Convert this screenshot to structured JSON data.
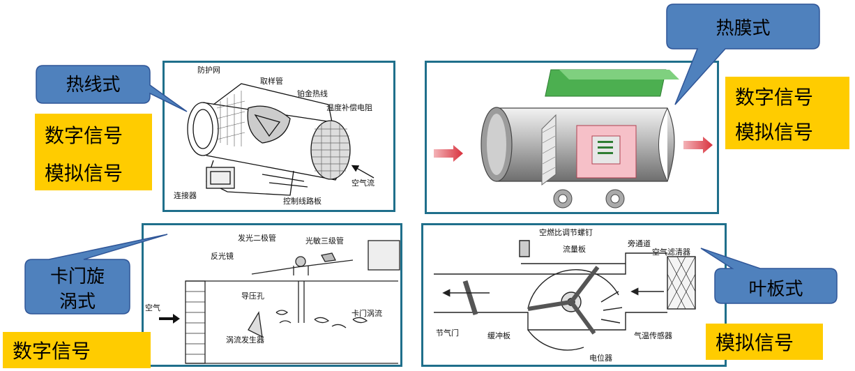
{
  "panels": {
    "hot_wire": {
      "callout": "热线式",
      "badge_lines": [
        "数字信号",
        "模拟信号"
      ],
      "labels": {
        "guard_net": "防护网",
        "sampling_tube": "取样管",
        "platinum_wire": "铂金热线",
        "temp_comp_resistor": "温度补偿电阻",
        "air_flow": "空气流",
        "connector": "连接器",
        "control_board": "控制线路板"
      }
    },
    "hot_film": {
      "callout": "热膜式",
      "badge_lines": [
        "数字信号",
        "模拟信号"
      ]
    },
    "karman": {
      "callout_lines": [
        "卡门旋",
        "涡式"
      ],
      "badge_lines": [
        "数字信号"
      ],
      "labels": {
        "led": "发光二极管",
        "phototransistor": "光敏三级管",
        "mirror": "反光镜",
        "pressure_hole": "导压孔",
        "air": "空气",
        "karman_vortex": "卡门涡流",
        "vortex_generator": "涡流发生器"
      }
    },
    "vane": {
      "callout": "叶板式",
      "badge_lines": [
        "模拟信号"
      ],
      "labels": {
        "mixture_screw": "空燃比调节螺钉",
        "bypass": "旁通道",
        "flow_plate": "流量板",
        "air_filter": "空气滤清器",
        "throttle": "节气门",
        "damper_plate": "缓冲板",
        "air_temp_sensor": "气温传感器",
        "potentiometer": "电位器"
      }
    }
  },
  "colors": {
    "frame": "#1f6f8b",
    "callout_fill": "#4f81bd",
    "badge_fill": "#ffcc00",
    "film_module": "#4caf50",
    "arrow": "#e8545e"
  }
}
